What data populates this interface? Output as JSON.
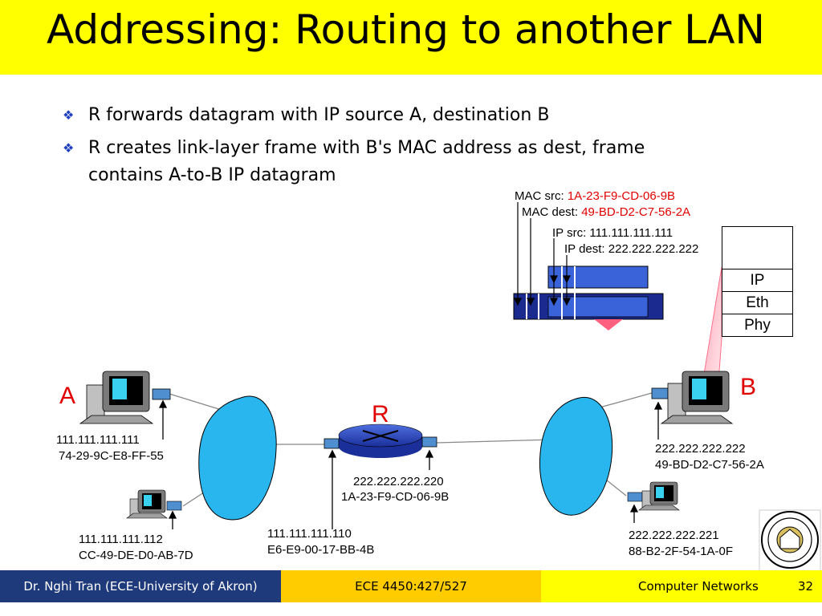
{
  "slide": {
    "title": "Addressing: Routing to another LAN",
    "bullets": [
      "R forwards datagram with IP source A, destination B",
      "R creates link-layer frame with B's MAC address as dest, frame",
      "contains A-to-B IP datagram"
    ]
  },
  "frame": {
    "mac_src_label": "MAC src: ",
    "mac_src_value": "1A-23-F9-CD-06-9B",
    "mac_dest_label": "MAC dest: ",
    "mac_dest_value": "49-BD-D2-C7-56-2A",
    "ip_src": "IP src: 111.111.111.111",
    "ip_dest": "IP dest: 222.222.222.222"
  },
  "protocol_stack": [
    "IP",
    "Eth",
    "Phy"
  ],
  "nodes": {
    "a": {
      "letter": "A",
      "ip": "111.111.111.111",
      "mac": "74-29-9C-E8-FF-55"
    },
    "a2": {
      "ip": "111.111.111.112",
      "mac": "CC-49-DE-D0-AB-7D"
    },
    "router": {
      "letter": "R",
      "left_ip": "111.111.111.110",
      "left_mac": "E6-E9-00-17-BB-4B",
      "right_ip": "222.222.222.220",
      "right_mac": "1A-23-F9-CD-06-9B"
    },
    "b": {
      "letter": "B",
      "ip": "222.222.222.222",
      "mac": "49-BD-D2-C7-56-2A"
    },
    "b2": {
      "ip": "222.222.222.221",
      "mac": "88-B2-2F-54-1A-0F"
    }
  },
  "footer": {
    "author": "Dr. Nghi Tran (ECE-University of Akron)",
    "course": "ECE 4450:427/527",
    "subject": "Computer Networks",
    "page": "32"
  },
  "colors": {
    "title_bg": "#ffff00",
    "accent_red": "#e00000",
    "footer_left": "#1f3a7a",
    "footer_mid": "#ffcc00",
    "cloud": "#29b6ee"
  }
}
